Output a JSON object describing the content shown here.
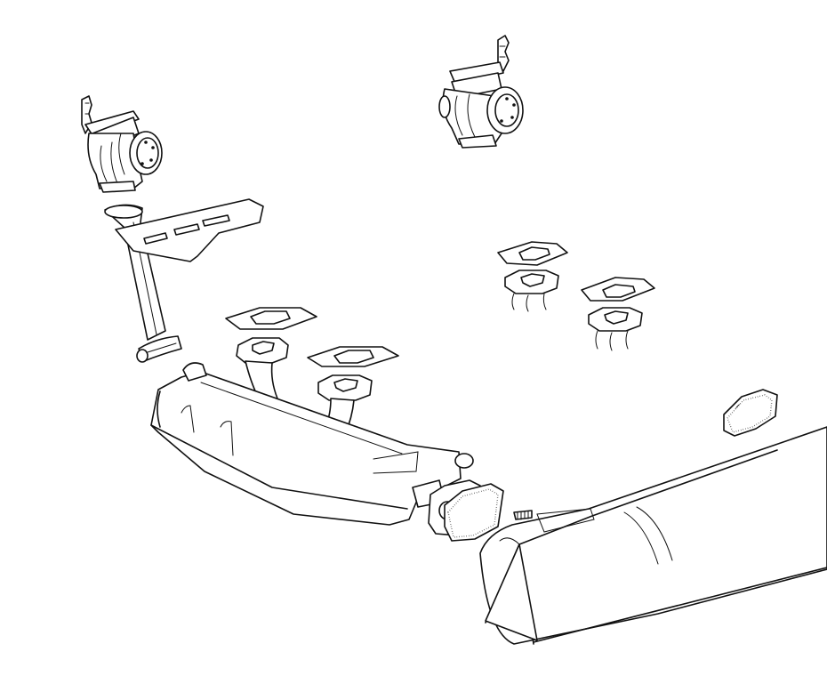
{
  "diagram": {
    "type": "exploded-parts-illustration",
    "background": "#ffffff",
    "line_color": "#111111",
    "parts": [
      "heat-exchanger-left",
      "heat-exchanger-right",
      "intake-pipe-with-bracket",
      "pipe-clamp",
      "gasket-left-inner",
      "gasket-left-outer",
      "gasket-right-upper",
      "gasket-right-lower",
      "exhaust-flange-left-inner",
      "exhaust-flange-left-outer",
      "exhaust-flange-right-upper",
      "exhaust-flange-right-lower",
      "muffler",
      "muffler-outlet-gaskets",
      "tailpipe-gasket",
      "tailpipe-stud",
      "tailpipe-silencer"
    ]
  }
}
